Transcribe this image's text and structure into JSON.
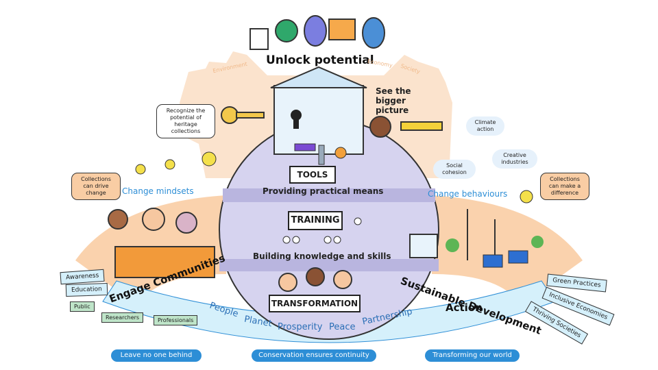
{
  "header": {
    "title": "Unlock potential"
  },
  "pillars": [
    "Environment",
    "Economy",
    "Society"
  ],
  "notes": {
    "heritage": "Recognize the potential of heritage collections",
    "bigger_picture": "See the bigger picture"
  },
  "left": {
    "bubble": "Collections can drive change",
    "mindsets": "Change mindsets",
    "title": "Engage Communities",
    "bars": [
      "Awareness",
      "Education"
    ],
    "flags": [
      "Public",
      "Researchers",
      "Professionals"
    ]
  },
  "right": {
    "clouds": [
      "Climate action",
      "Creative industries",
      "Social cohesion"
    ],
    "bubble": "Collections can make a difference",
    "behaviours": "Change behaviours",
    "title_line1": "Sustainable Development",
    "title_line2": "Action",
    "bars": [
      "Green Practices",
      "Inclusive Economies",
      "Thriving Societies"
    ]
  },
  "center": {
    "tools_label": "TOOLS",
    "tools_caption": "Providing practical means",
    "training_label": "TRAINING",
    "training_caption": "Building knowledge and skills",
    "transformation_label": "TRANSFORMATION"
  },
  "arc_words": [
    "People",
    "Planet",
    "Prosperity",
    "Peace",
    "Partnership"
  ],
  "footer": [
    "Leave no one behind",
    "Conservation ensures continuity",
    "Transforming our world"
  ],
  "colors": {
    "peach": "#f9cda4",
    "blue": "#2d8ed6",
    "light_blue": "#d5f0fb",
    "lavender": "#c9c6e8",
    "green": "#bfe5c9"
  }
}
